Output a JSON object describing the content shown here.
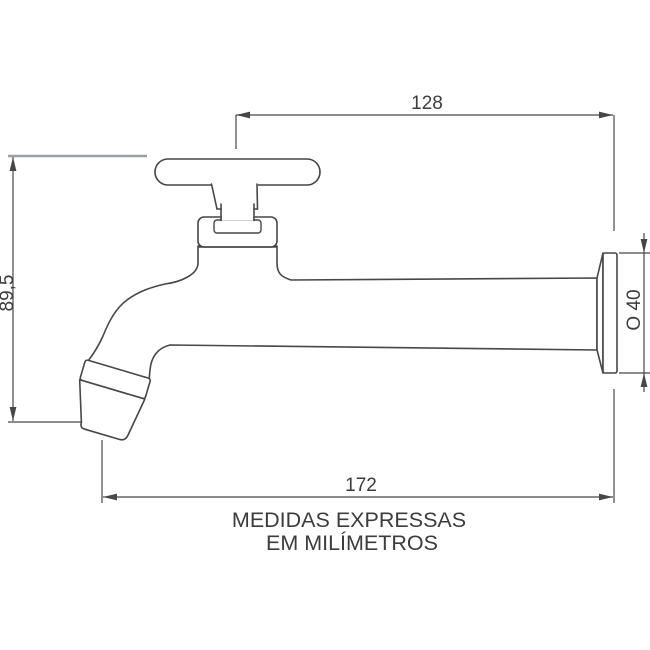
{
  "drawing": {
    "type": "technical-dimension-drawing",
    "subject": "wall-mounted faucet side view"
  },
  "dimensions": {
    "top_offset": "128",
    "overall_height": "89,5",
    "flange_diameter": "O 40",
    "overall_length": "172"
  },
  "caption": {
    "line1": "MEDIDAS EXPRESSAS",
    "line2": "EM MILÍMETROS"
  },
  "colors": {
    "background": "#ffffff",
    "line": "#474747",
    "light_extension_line": "#9aa0a3",
    "text": "#3c3c3c"
  }
}
